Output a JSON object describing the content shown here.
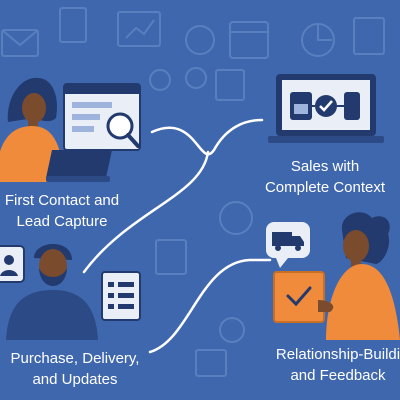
{
  "stages": {
    "first_contact": "First Contact and\nLead Capture",
    "sales": "Sales with\nComplete Context",
    "purchase": "Purchase, Delivery,\nand Updates",
    "relationship": "Relationship-Buildi\nand Feedback"
  },
  "colors": {
    "background": "#3f67ad",
    "watermark_icons": "#5a7fbf",
    "connector": "#ffffff",
    "orange": "#ef8b3a",
    "dark_navy": "#223a6e",
    "window_bg": "#e9eef7",
    "skin": "#7a4b2d"
  },
  "icons": [
    "envelope-icon",
    "phone-icon",
    "chart-icon",
    "gear-icon",
    "calendar-icon",
    "magnifier-icon",
    "chat-icon",
    "user-card-icon",
    "document-icon",
    "truck-icon",
    "checkmark-icon",
    "feedback-icon"
  ]
}
